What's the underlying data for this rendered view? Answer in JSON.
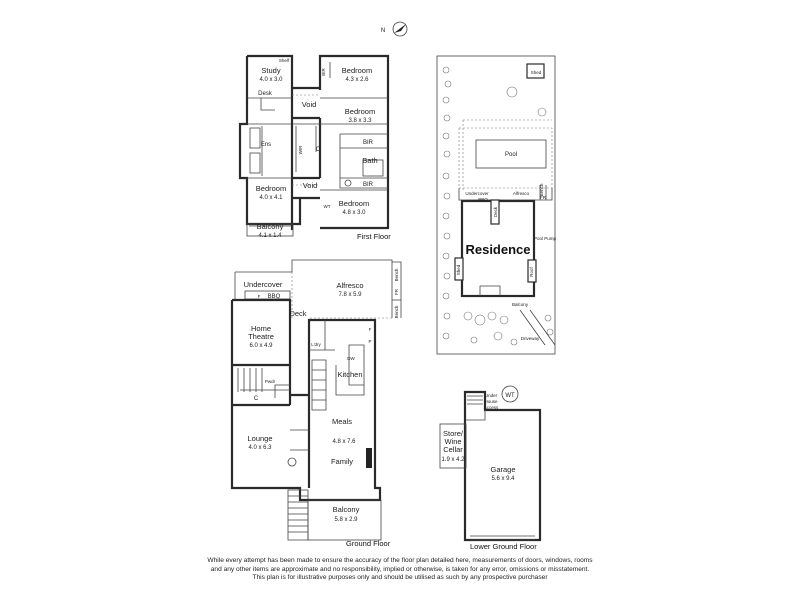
{
  "compass": {
    "label": "N"
  },
  "first_floor": {
    "title": "First Floor",
    "study": {
      "name": "Study",
      "dims": "4.0 x 3.0"
    },
    "shelf": "Shelf",
    "desk": "Desk",
    "bir_top": "BIR",
    "bedroom_a": {
      "name": "Bedroom",
      "dims": "4.3 x 2.6"
    },
    "void_upper": "Void",
    "bedroom_b": {
      "name": "Bedroom",
      "dims": "3.8 x 3.3"
    },
    "ens": "Ens",
    "wir": "WIR",
    "c": "C",
    "bir_mid": "BIR",
    "bath": "Bath",
    "bir_low": "BIR",
    "void_lower": "Void",
    "bedroom_c": {
      "name": "Bedroom",
      "dims": "4.0 x 4.1"
    },
    "bedroom_d": {
      "name": "Bedroom",
      "dims": "4.8 x 3.0"
    },
    "balcony": {
      "name": "Balcony",
      "dims": "4.1 x 1.4"
    },
    "wt": "WT"
  },
  "ground_floor": {
    "title": "Ground Floor",
    "undercover": "Undercover",
    "f": "F",
    "bbq": "BBQ",
    "alfresco": {
      "name": "Alfresco",
      "dims": "7.8 x 5.9"
    },
    "bench_1": "Bench",
    "bench_2": "Bench",
    "fr": "FR",
    "deck": "Deck",
    "home_theatre": {
      "name_1": "Home",
      "name_2": "Theatre",
      "dims": "6.0 x 4.9"
    },
    "ldry": "L'dry",
    "f2": "F",
    "p": "P",
    "dw": "DW",
    "kitchen": "Kitchen",
    "pwdr": "Pwdr",
    "c": "C",
    "meals": "Meals",
    "meals_dims": "4.8 x 7.6",
    "family": "Family",
    "lounge": {
      "name": "Lounge",
      "dims": "4.0 x 6.3"
    },
    "balcony": {
      "name": "Balcony",
      "dims": "5.8 x 2.9"
    }
  },
  "site_plan": {
    "shed_top": "Shed",
    "pool": "Pool",
    "undercover": "Undercover",
    "alfresco": "Alfresco",
    "bbq": "BBQ",
    "deck": "Deck",
    "bench": "Bench",
    "fr": "FR",
    "residence": "Residence",
    "pool_pump": "Pool Pump",
    "shed_side": "Shed",
    "roof": "Roof",
    "balcony": "Balcony",
    "driveway": "Driveway"
  },
  "lower_ground_floor": {
    "title": "Lower Ground Floor",
    "under_house_1": "Under",
    "under_house_2": "House",
    "under_house_3": "Access",
    "wt": "WT",
    "store_1": "Store/",
    "store_2": "Wine",
    "store_3": "Cellar",
    "store_dims": "1.9 x 4.2",
    "garage": {
      "name": "Garage",
      "dims": "5.6 x 9.4"
    }
  },
  "disclaimer": {
    "line1": "While every attempt has been made to ensure the accuracy of the floor plan detailed here, measurements of doors, windows, rooms",
    "line2": "and any other items are approximate and no responsibility, implied or otherwise, is taken for any error, omissions or misstatement.",
    "line3": "This plan is for illustrative purposes only and should be utilised as such by any prospective purchaser"
  }
}
